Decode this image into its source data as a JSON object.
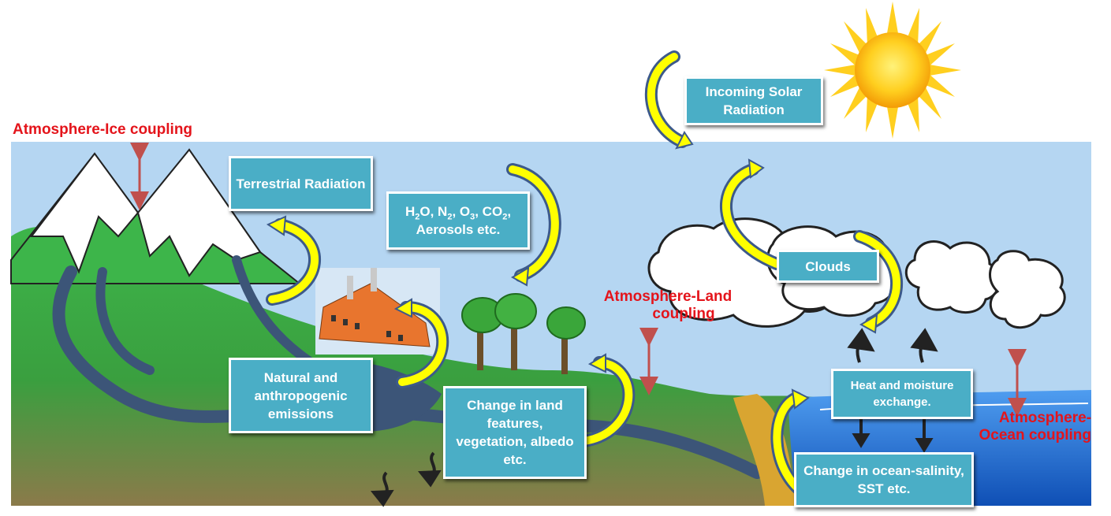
{
  "boxes": {
    "solar": "Incoming Solar Radiation",
    "terrestrial": "Terrestrial Radiation",
    "gases_line1_parts": [
      "H",
      "2",
      "O, N",
      "2",
      ", O",
      "3",
      ", CO",
      "2",
      ","
    ],
    "gases_line2": "Aerosols etc.",
    "clouds": "Clouds",
    "emissions": "Natural and anthropogenic emissions",
    "land": "Change in land features, vegetation, albedo etc.",
    "heat": "Heat and moisture exchange.",
    "ocean": "Change in ocean-salinity, SST etc."
  },
  "couplings": {
    "ice": "Atmosphere-Ice coupling",
    "land_line1": "Atmosphere-Land",
    "land_line2": "coupling",
    "ocean_line1": "Atmosphere-",
    "ocean_line2": "Ocean coupling"
  },
  "colors": {
    "sky": "#b5d6f2",
    "box": "#4aaec6",
    "coupling_text": "#e4141b",
    "coupling_arrow": "#c0504d",
    "cycle_arrow_fill": "#ffff00",
    "cycle_arrow_outline": "#3d5a8a",
    "land": "#3db54a",
    "river": "#3c5578",
    "ocean": "#1f6fd1",
    "sun": "#ffc20e"
  }
}
